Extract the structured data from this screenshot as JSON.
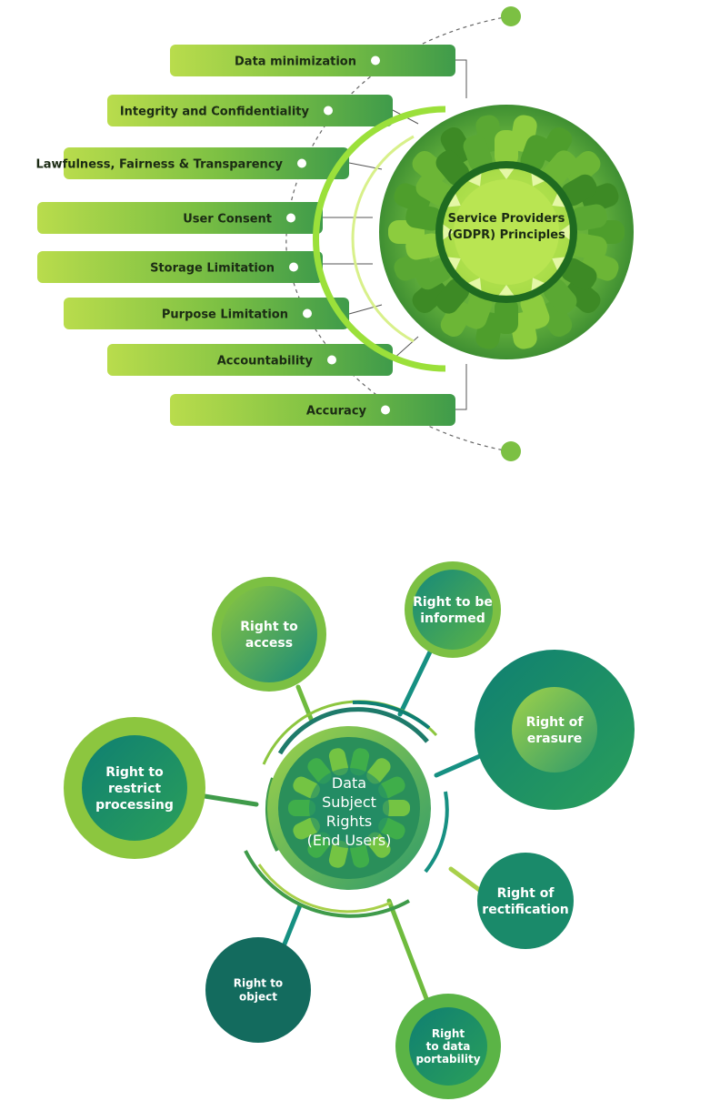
{
  "gdpr": {
    "center_line1": "Service Providers",
    "center_line2": "(GDPR) Principles",
    "principles": [
      "Data minimization",
      "Integrity and Confidentiality",
      "Lawfulness, Fairness & Transparency",
      "User Consent",
      "Storage Limitation",
      "Purpose Limitation",
      "Accountability",
      "Accuracy"
    ]
  },
  "rights": {
    "center_lines": [
      "Data",
      "Subject",
      "Rights",
      "(End Users)"
    ],
    "items": [
      {
        "lines": [
          "Right to",
          "access"
        ]
      },
      {
        "lines": [
          "Right to be",
          "informed"
        ]
      },
      {
        "lines": [
          "Right of",
          "erasure"
        ]
      },
      {
        "lines": [
          "Right to",
          "restrict",
          "processing"
        ]
      },
      {
        "lines": [
          "Right of",
          "rectification"
        ]
      },
      {
        "lines": [
          "Right to",
          "object"
        ]
      },
      {
        "lines": [
          "Right",
          "to data",
          "portability"
        ]
      }
    ]
  },
  "colors": {
    "light_green": "#b5d84a",
    "mid_green": "#5aa63a",
    "dark_green": "#2f7d32",
    "teal": "#1a8a7a",
    "dark_teal": "#136b5e"
  }
}
